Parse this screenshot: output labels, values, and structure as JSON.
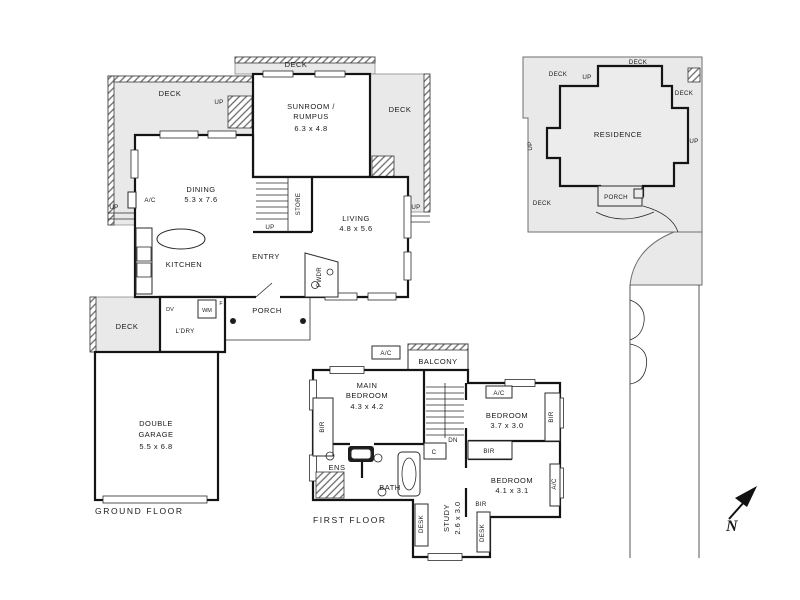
{
  "colors": {
    "deck_fill": "#e9e9e9",
    "wall": "#141414",
    "background": "#ffffff"
  },
  "plan": {
    "ground": {
      "section_label": "GROUND FLOOR",
      "deck_top": "DECK",
      "deck_sunroom": "DECK",
      "deck_right": "DECK",
      "deck_side": "DECK",
      "up_deck": "UP",
      "up_side": "UP",
      "up_right": "UP",
      "up_stairs": "UP",
      "sunroom_line1": "SUNROOM /",
      "sunroom_line2": "RUMPUS",
      "sunroom_dims": "6.3 x 4.8",
      "dining": "DINING",
      "dining_dims": "5.3 x 7.6",
      "ac": "A/C",
      "store": "STORE",
      "living": "LIVING",
      "living_dims": "4.8 x 5.6",
      "kitchen": "KITCHEN",
      "entry": "ENTRY",
      "pwdr": "PWDR",
      "porch": "PORCH",
      "laundry": "L'DRY",
      "wm": "WM",
      "f": "F",
      "dv": "DV",
      "garage_line1": "DOUBLE",
      "garage_line2": "GARAGE",
      "garage_dims": "5.5 x 6.8"
    },
    "first": {
      "section_label": "FIRST FLOOR",
      "ac_balcony": "A/C",
      "balcony": "BALCONY",
      "main_line1": "MAIN",
      "main_line2": "BEDROOM",
      "main_dims": "4.3 x 4.2",
      "bir_main": "BIR",
      "ac_bed2": "A/C",
      "bed2": "BEDROOM",
      "bed2_dims": "3.7 x 3.0",
      "bir_bed2": "BIR",
      "closet": "C",
      "dn": "DN",
      "bir_hall": "BIR",
      "ens": "ENS",
      "bath": "BATH",
      "bed3": "BEDROOM",
      "bed3_dims": "4.1 x 3.1",
      "ac_bed3": "A/C",
      "desk_left": "DESK",
      "study": "STUDY",
      "study_dims": "2.6 x 3.0",
      "desk_right": "DESK",
      "bir_study": "BIR"
    },
    "site": {
      "residence": "RESIDENCE",
      "porch": "PORCH",
      "deck_left": "DECK",
      "deck_top": "DECK",
      "deck_right": "DECK",
      "deck_lower": "DECK",
      "up_top": "UP",
      "up_left": "UP",
      "up_right": "UP"
    },
    "compass": {
      "n": "N"
    }
  }
}
